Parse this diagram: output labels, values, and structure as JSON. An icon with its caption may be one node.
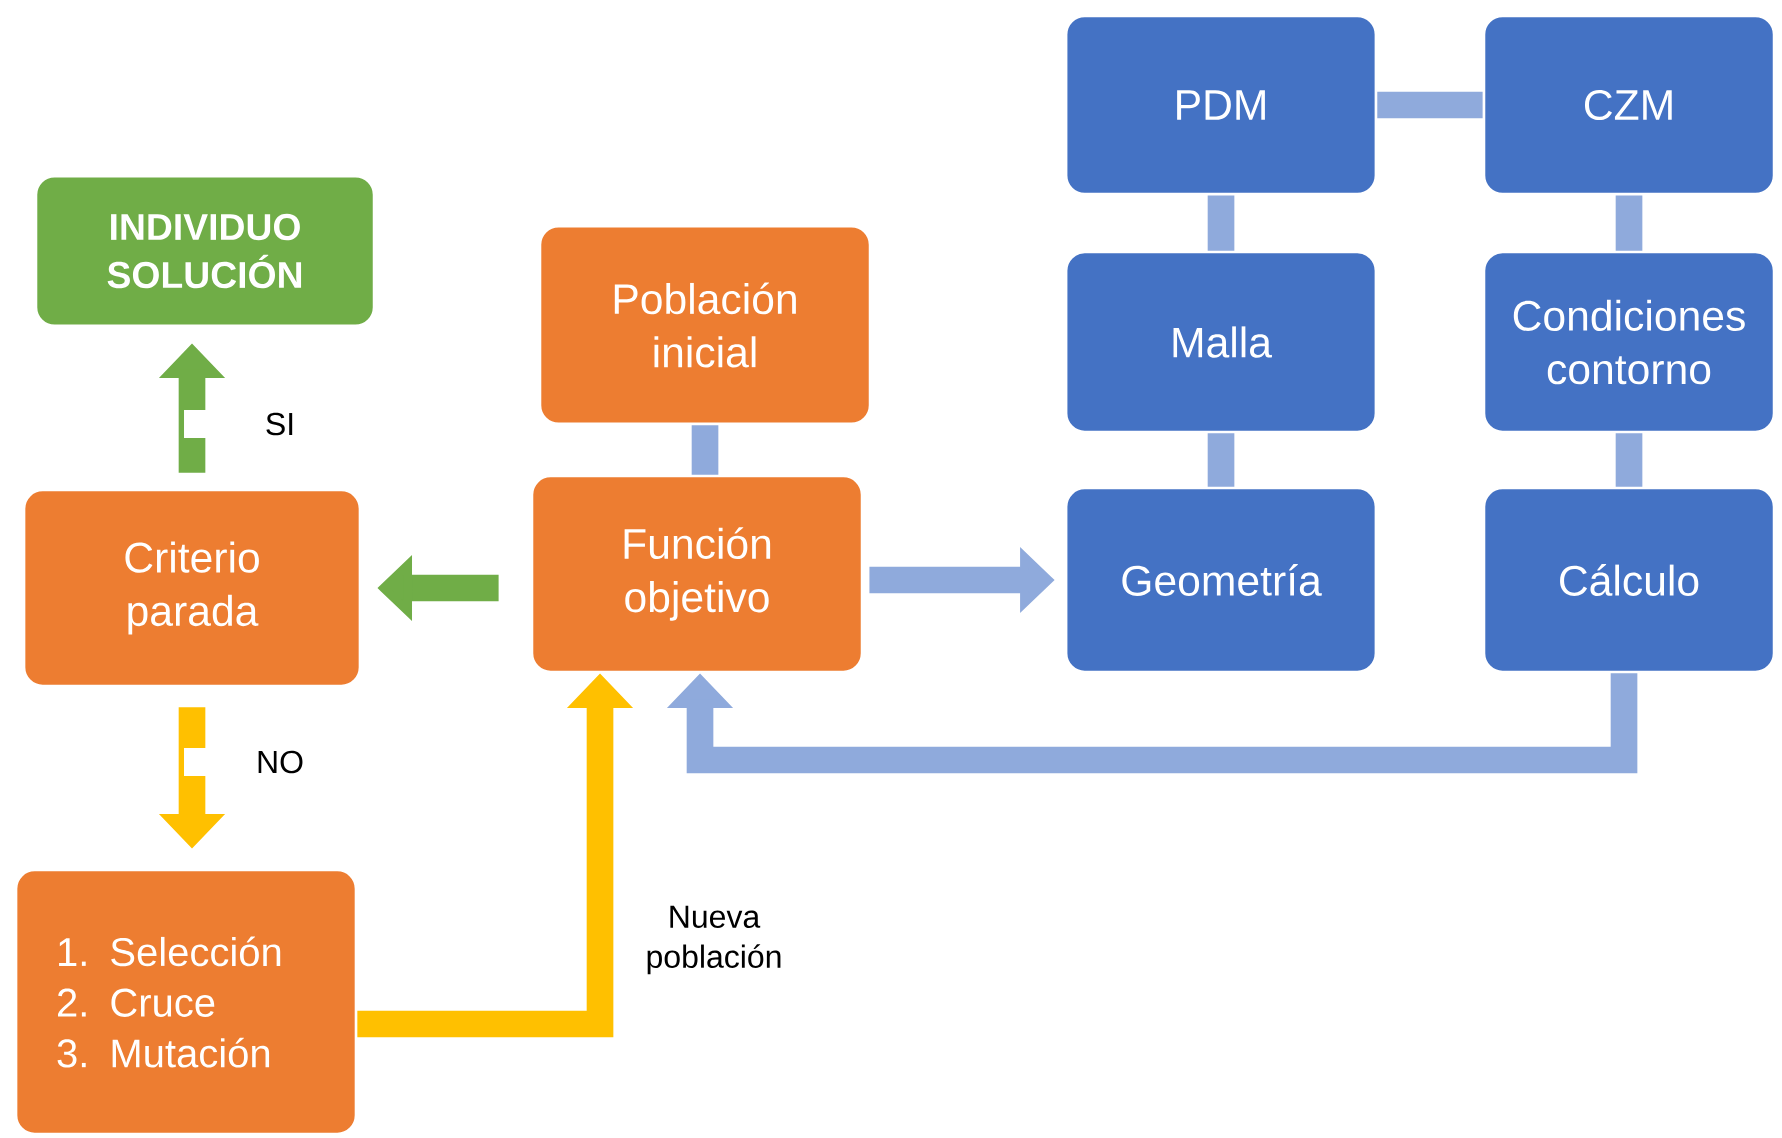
{
  "diagram": {
    "nodes": [
      {
        "text": [
          "INDIVIDUO SOLUCIÓN"
        ]
      },
      {
        "text": [
          "Población inicial"
        ]
      },
      {
        "text": [
          "Criterio parada"
        ]
      },
      {
        "text": [
          "Función objetivo"
        ]
      },
      {
        "text": [
          "1. Selección",
          "2. Cruce",
          "3. Mutación"
        ]
      },
      {
        "text": [
          "PDM"
        ]
      },
      {
        "text": [
          "CZM"
        ]
      },
      {
        "text": [
          "Malla"
        ]
      },
      {
        "text": [
          "Condiciones contorno"
        ]
      },
      {
        "text": [
          "Geometría"
        ]
      },
      {
        "text": [
          "Cálculo"
        ]
      }
    ],
    "edges": [
      {
        "from": 2,
        "to": 0,
        "arrow": "to",
        "label": "SI",
        "color": "#70ad47"
      },
      {
        "from": 3,
        "to": 2,
        "arrow": "to",
        "color": "#70ad47"
      },
      {
        "from": 2,
        "to": 4,
        "arrow": "to",
        "label": "NO",
        "color": "#ffc000"
      },
      {
        "from": 4,
        "to": 3,
        "arrow": "to",
        "label": "Nueva población",
        "color": "#ffc000"
      },
      {
        "from": 1,
        "to": 3,
        "arrow": "none"
      },
      {
        "from": 3,
        "to": 9,
        "arrow": "to"
      },
      {
        "from": 10,
        "to": 3,
        "arrow": "to"
      },
      {
        "from": 5,
        "to": 6,
        "arrow": "none"
      },
      {
        "from": 5,
        "to": 7,
        "arrow": "none"
      },
      {
        "from": 7,
        "to": 9,
        "arrow": "none"
      },
      {
        "from": 6,
        "to": 8,
        "arrow": "none"
      },
      {
        "from": 8,
        "to": 10,
        "arrow": "none"
      }
    ]
  }
}
